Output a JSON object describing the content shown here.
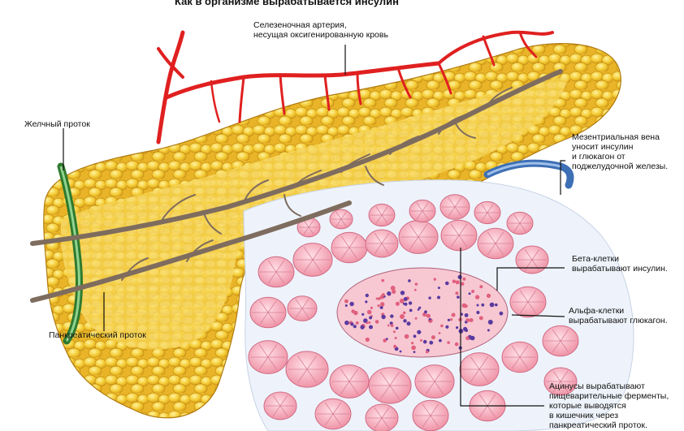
{
  "title": "Как в организме вырабатывается инсулин",
  "labels": {
    "splenic_artery": "Селезеночная артерия,\nнесущая оксигенированную кровь",
    "bile_duct": "Желчный проток",
    "mesenteric_vein": "Мезентриальная вена\nуносит инсулин\nи глюкагон от\nподжелудочной железы.",
    "beta_cells": "Бета-клетки\nвырабатывают инсулин.",
    "alpha_cells": "Альфа-клетки\nвырабатывают глюкагон.",
    "pancreatic_duct": "Панкреатический проток",
    "acini": "Ацинусы вырабатывают\nпищеварительные ферменты,\nкоторые выводятся\nв кишечник через\nпанкреатический проток."
  },
  "colors": {
    "gland": "#f2c832",
    "gland_dark": "#d9a520",
    "artery": "#e02020",
    "vein": "#4a7fc0",
    "bile_duct": "#3a8a3a",
    "duct": "#8a7a6a",
    "acinus": "#f2a0b0",
    "alpha_cell": "#5a3aa0"
  }
}
